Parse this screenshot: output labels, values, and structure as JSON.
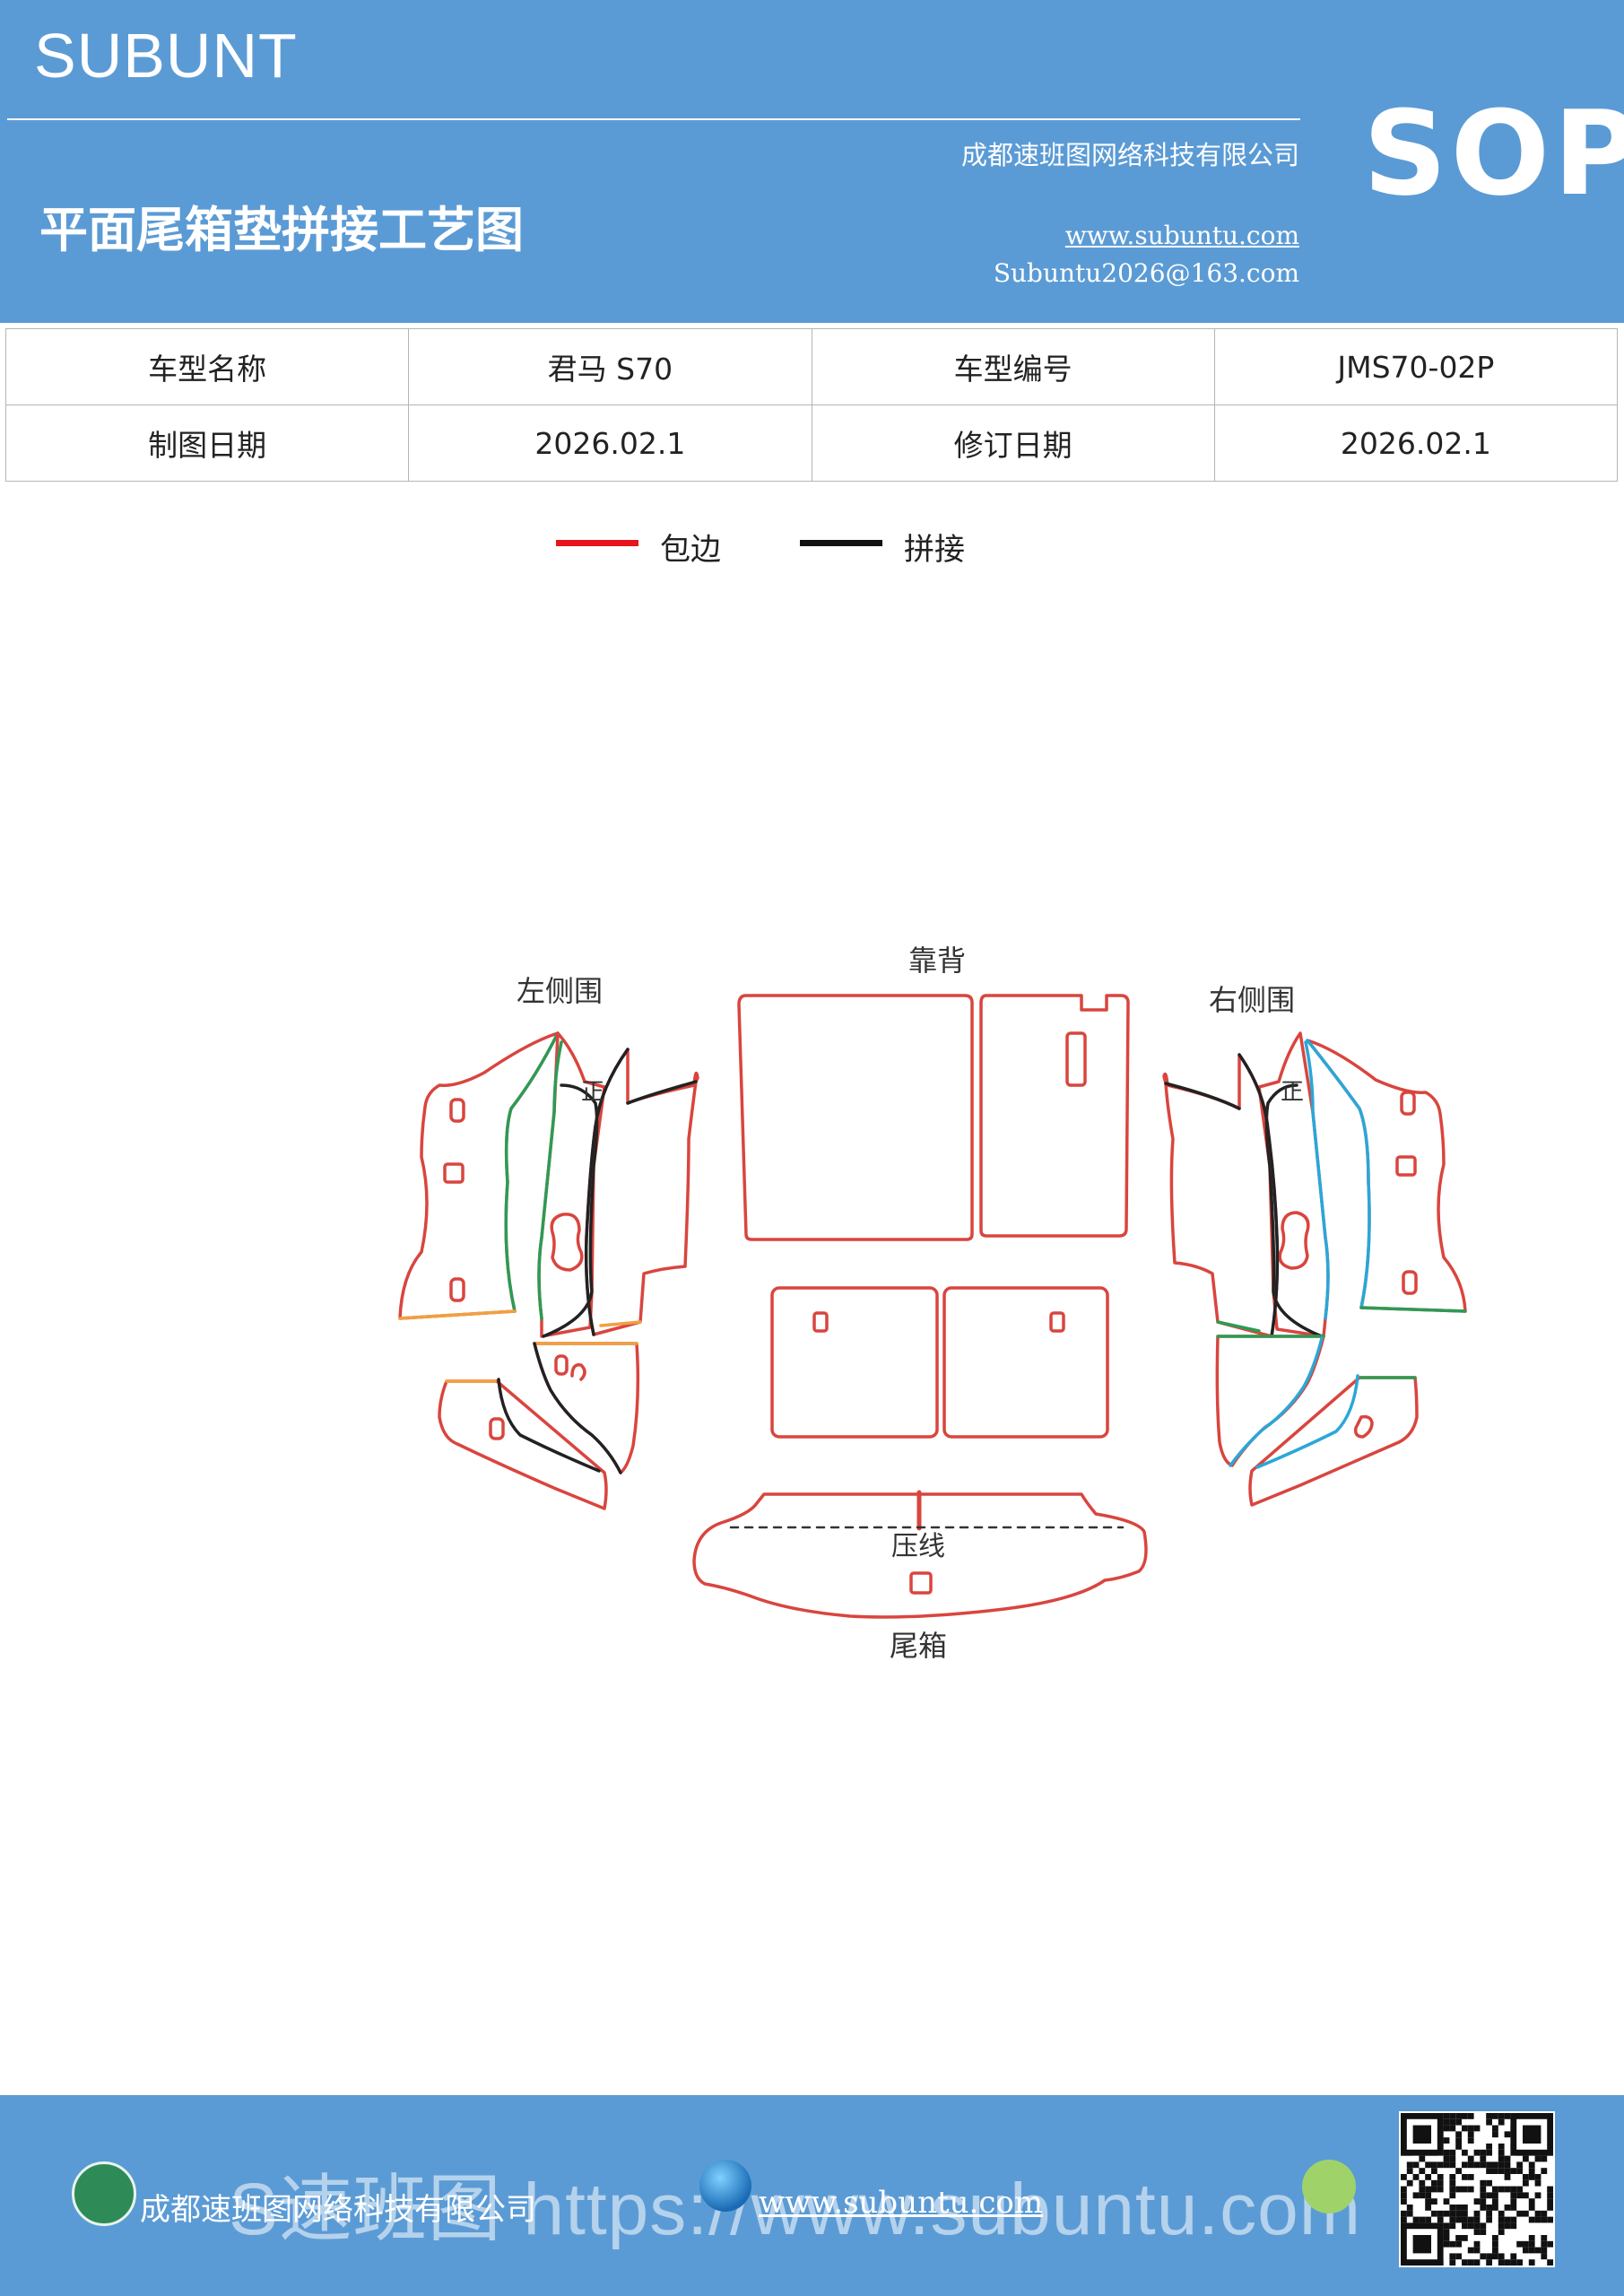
{
  "header": {
    "brand": "SUBUNT",
    "company": "成都速班图网络科技有限公司",
    "title": "平面尾箱垫拼接工艺图",
    "website": "www.subuntu.com",
    "email": "Subuntu2026@163.com",
    "badge": "SOP"
  },
  "info_table": {
    "rows": [
      [
        "车型名称",
        "君马 S70",
        "车型编号",
        "JMS70-02P"
      ],
      [
        "制图日期",
        "2026.02.1",
        "修订日期",
        "2026.02.1"
      ]
    ]
  },
  "legend": [
    {
      "label": "包边",
      "color": "#e8141b"
    },
    {
      "label": "拼接",
      "color": "#111111"
    }
  ],
  "diagram": {
    "labels": {
      "backrest": "靠背",
      "left_side": "左侧围",
      "right_side": "右侧围",
      "press_line": "压线",
      "trunk": "尾箱"
    },
    "colors": {
      "edge": "#d9453e",
      "seam": "#222222",
      "green": "#2e9a55",
      "orange": "#f0a040",
      "blue": "#2aa7d8"
    }
  },
  "footer": {
    "company": "成都速班图网络科技有限公司",
    "url": "www.subuntu.com",
    "banner": "S速班图 https://www.subuntu.com"
  }
}
